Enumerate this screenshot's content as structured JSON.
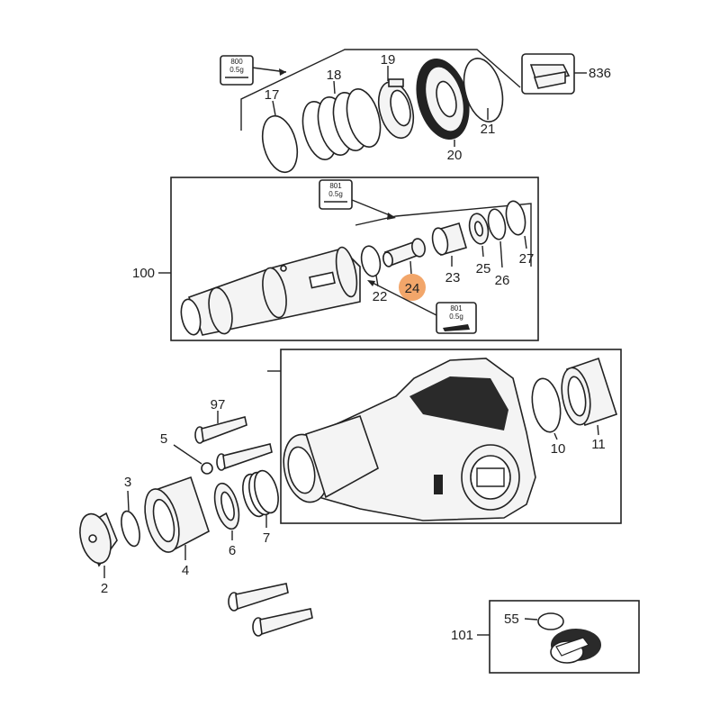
{
  "highlight_color": "#f2a66a",
  "highlight_part": "24",
  "callouts": {
    "p17": "17",
    "p18": "18",
    "p19": "19",
    "p20": "20",
    "p21": "21",
    "p836": "836",
    "p100": "100",
    "p22": "22",
    "p23": "23",
    "p24": "24",
    "p25": "25",
    "p26": "26",
    "p27": "27",
    "p97": "97",
    "p5": "5",
    "p3": "3",
    "p2": "2",
    "p4": "4",
    "p6": "6",
    "p7": "7",
    "p10": "10",
    "p11": "11",
    "p55": "55",
    "p101": "101"
  },
  "lube_tags": [
    {
      "code": "800",
      "amount": "0.5g"
    },
    {
      "code": "801",
      "amount": "0.5g"
    },
    {
      "code": "801",
      "amount": "0.5g"
    }
  ]
}
